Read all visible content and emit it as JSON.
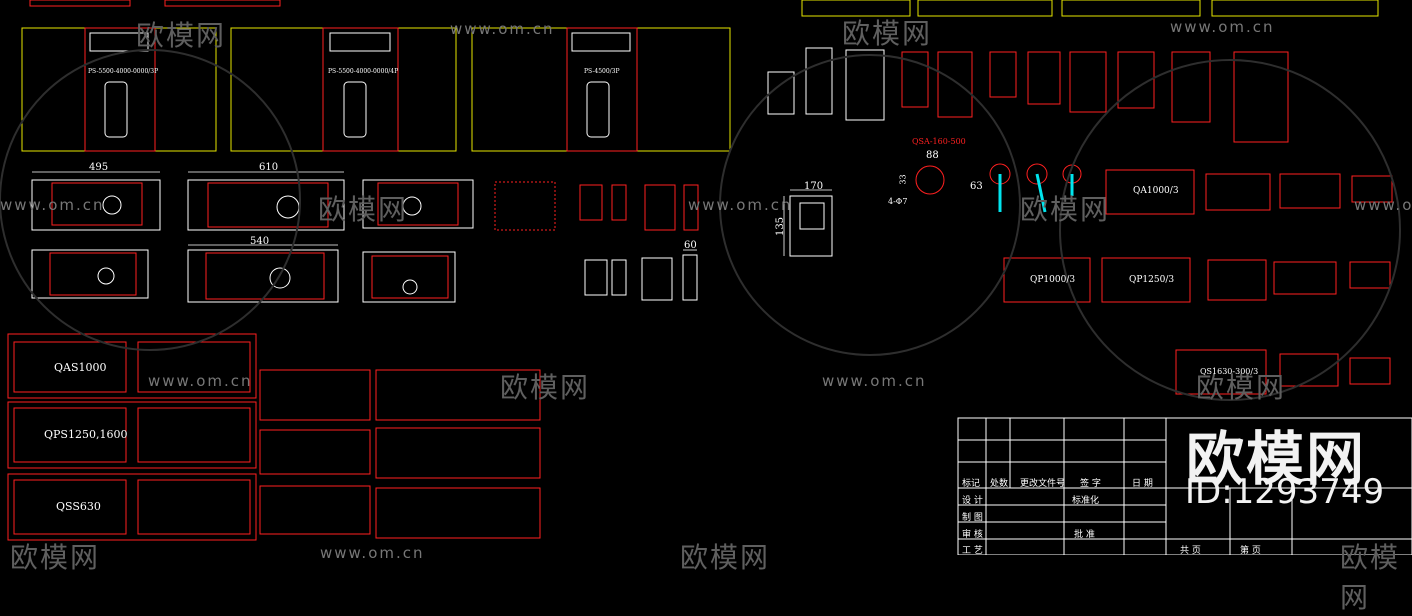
{
  "watermark": {
    "brand": "欧模网",
    "url": "www.om.cn"
  },
  "brand_overlay": {
    "name": "欧模网",
    "id": "ID:1293749"
  },
  "colors": {
    "background": "#000000",
    "red": "#ff2020",
    "yellow": "#e6e600",
    "white": "#ffffff",
    "cyan": "#00e5ee",
    "watermark": "#6d6d6d"
  },
  "panels": {
    "ps_codes": [
      "PS-5500-4000-0000/3P",
      "PS-5500-4000-0000/4P",
      "PS-4500/3P"
    ]
  },
  "dimensions": {
    "d495": "495",
    "d610": "610",
    "d540": "540",
    "d170": "170",
    "d135": "135",
    "d60": "60",
    "d88": "88",
    "d63": "63",
    "d4phi7": "4-Φ7",
    "d33": "33"
  },
  "switch_labels": {
    "qas1000": "QAS1000",
    "qps1250": "QPS1250,1600",
    "qss630": "QSS630",
    "qa1000": "QA1000/3",
    "qp1000": "QP1000/3",
    "qp1250": "QP1250/3",
    "qs1630": "QS1630-300/3",
    "qsa_tag": "QSA-160-500"
  },
  "title_block": {
    "row_headers": [
      "标记",
      "处数",
      "更改文件号",
      "签 字",
      "日 期"
    ],
    "roles": [
      "设 计",
      "制 图",
      "审 核",
      "工 艺"
    ],
    "approve": [
      "标准化",
      "批 准"
    ],
    "footer": [
      "共 页",
      "第 页"
    ]
  }
}
